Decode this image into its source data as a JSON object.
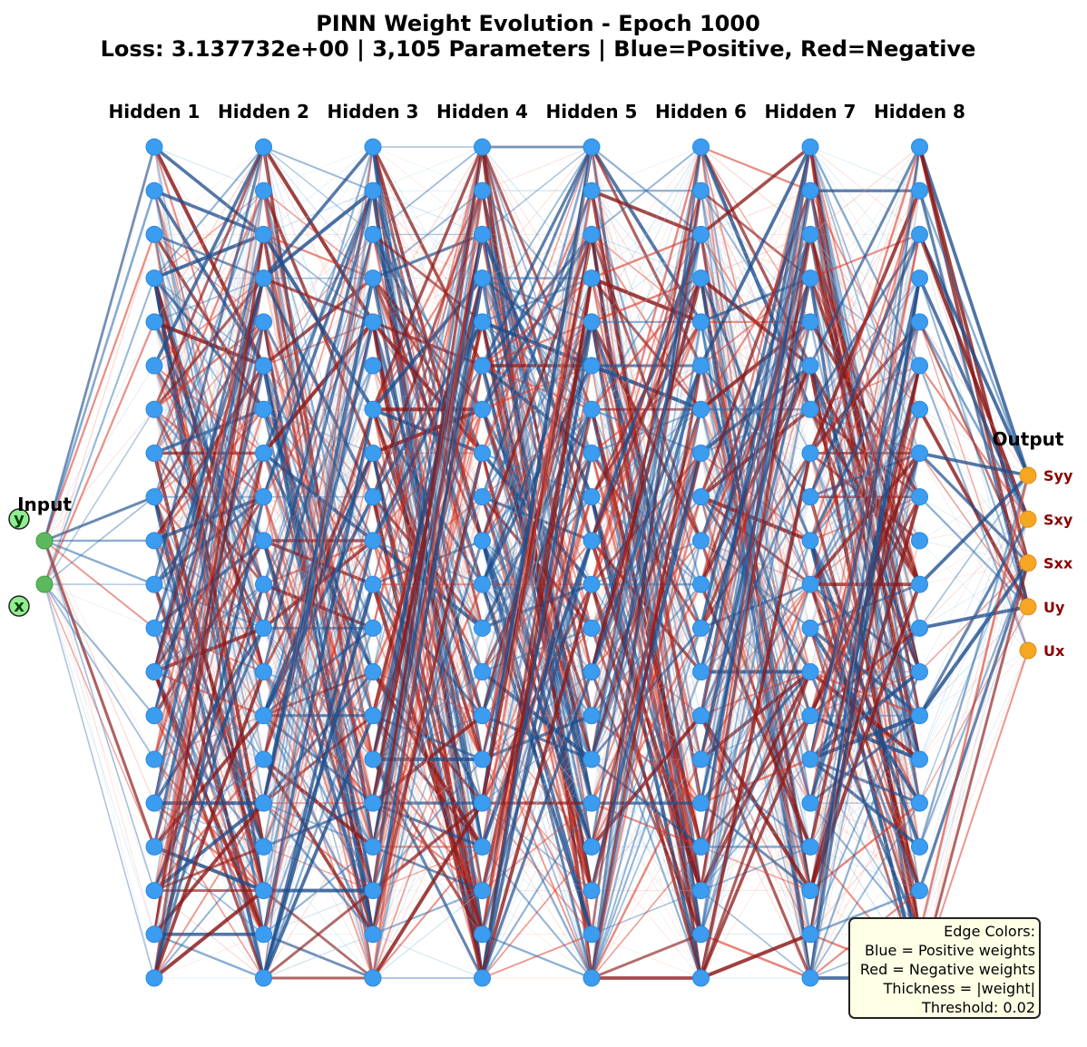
{
  "title": {
    "line1": "PINN Weight Evolution - Epoch 1000",
    "line2": "Loss: 3.137732e+00 | 3,105 Parameters | Blue=Positive, Red=Negative"
  },
  "layers": {
    "input_label": "Input",
    "output_label": "Output",
    "hidden_labels": [
      "Hidden 1",
      "Hidden 2",
      "Hidden 3",
      "Hidden 4",
      "Hidden 5",
      "Hidden 6",
      "Hidden 7",
      "Hidden 8"
    ],
    "input_nodes": [
      "y",
      "x"
    ],
    "output_nodes": [
      "Syy",
      "Sxy",
      "Sxx",
      "Uy",
      "Ux"
    ],
    "hidden_size": 20
  },
  "colors": {
    "positive": "#2f6fb0",
    "negative": "#d7301f",
    "hidden_node": "#3b9cf0",
    "input_node": "#5cb85c",
    "output_node": "#f5a623",
    "legend_bg": "#ffffe6"
  },
  "legend": {
    "lines": [
      "Edge Colors:",
      "Blue = Positive weights",
      "Red = Negative weights",
      "Thickness = |weight|",
      "Threshold: 0.02"
    ]
  }
}
